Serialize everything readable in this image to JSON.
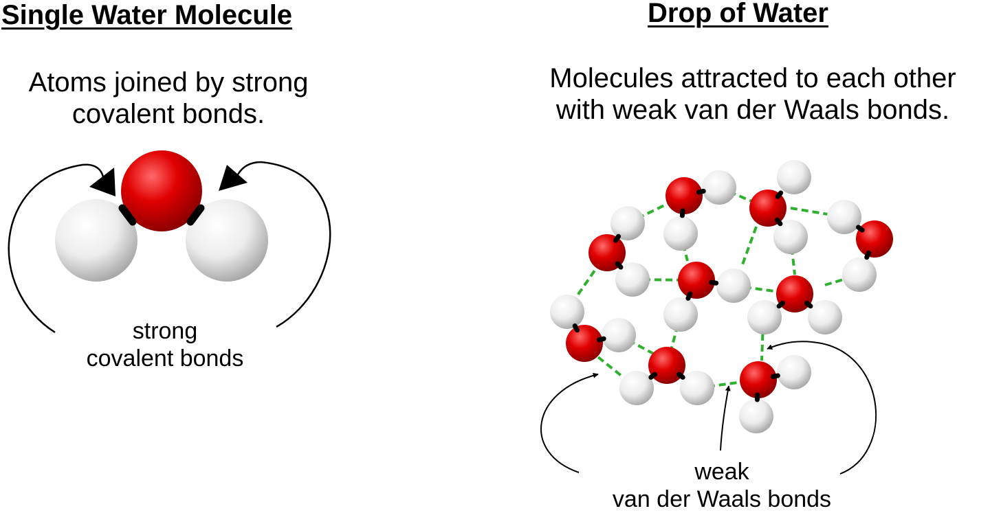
{
  "single_molecule": {
    "title": "Single Water Molecule",
    "description_line1": "Atoms joined by strong",
    "description_line2": "covalent bonds.",
    "label_line1": "strong",
    "label_line2": "covalent bonds"
  },
  "drop": {
    "title": "Drop of Water",
    "description_line1": "Molecules attracted to each other",
    "description_line2": "with weak van der Waals bonds.",
    "label_line1": "weak",
    "label_line2": "van der Waals bonds"
  },
  "colors": {
    "oxygen": "#e00000",
    "hydrogen": "#e8e8e8",
    "covalent_bond": "#000000",
    "van_der_waals_bond": "#2fb02f"
  }
}
